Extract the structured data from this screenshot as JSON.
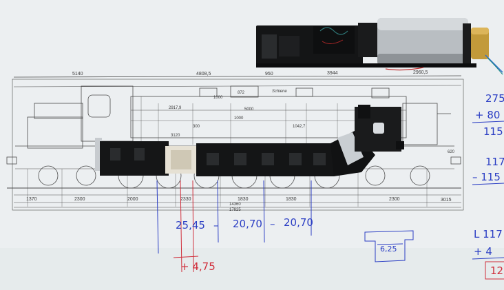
{
  "drawing": {
    "top_dims": [
      "5140",
      "4808,5",
      "950",
      "3944",
      "2960,5"
    ],
    "inner_dims": [
      "2917,9",
      "1000",
      "1042,7",
      "5000",
      "1000",
      "3120",
      "300",
      "620"
    ],
    "labels": [
      "Schiene",
      "872"
    ],
    "bottom_dims": [
      "1370",
      "2300",
      "2000",
      "2330",
      "1830",
      "1830",
      "2300",
      "3015"
    ],
    "total_dims": [
      "14360",
      "17825"
    ]
  },
  "notes": {
    "row_1": [
      "25,45",
      "–",
      "20,70",
      "–",
      "20,70"
    ],
    "bottom_red": "+ 4,75",
    "box_value": "6,25",
    "right_top": [
      "275",
      "+ 80",
      "115"
    ],
    "right_mid": [
      "117",
      "– 115"
    ],
    "right_bottom": [
      "L 117",
      "+ 4",
      "12"
    ]
  },
  "colors": {
    "paper": "#eceff1",
    "line_drawing": "#4a4a4a",
    "ink_blue": "#2b3ec4",
    "ink_red": "#d02d3a",
    "chassis": "#151617",
    "motor": "#b9bec2",
    "brass": "#c29a3a"
  },
  "icons": [
    "locomotive-drawing",
    "motor-unit",
    "chassis-block"
  ]
}
